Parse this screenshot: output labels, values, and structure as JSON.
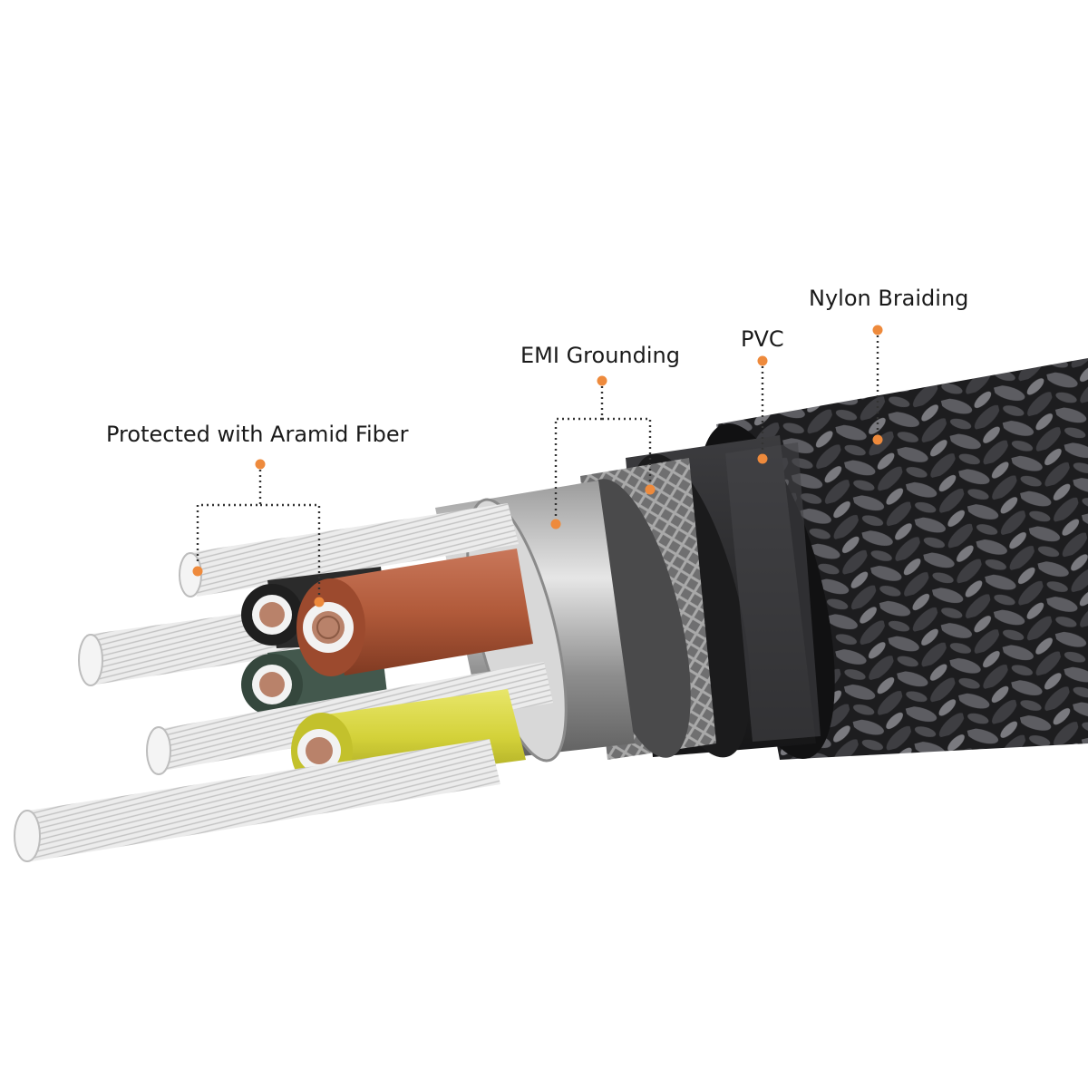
{
  "diagram": {
    "subject": "Braided cable cross-section",
    "labels": {
      "aramid": "Protected with Aramid Fiber",
      "emi": "EMI Grounding",
      "pvc": "PVC",
      "nylon": "Nylon Braiding"
    },
    "colors": {
      "background": "#ffffff",
      "label_text": "#1a1a1a",
      "accent_dot": "#ee8a3c",
      "leader_line": "#333333",
      "braid_dark": "#1d1d1f",
      "braid_light": "#6a6a6e",
      "pvc_jacket": "#2a2a2c",
      "emi_shield": "#8d8d8d",
      "aluminum_foil": "#c7c7c7",
      "fiber_white": "#e9e9e9",
      "wire_red": "#b15a3a",
      "wire_yellow": "#d4d23a",
      "wire_green": "#43584d",
      "wire_black": "#2b2b2b",
      "copper": "#b9826a"
    }
  }
}
